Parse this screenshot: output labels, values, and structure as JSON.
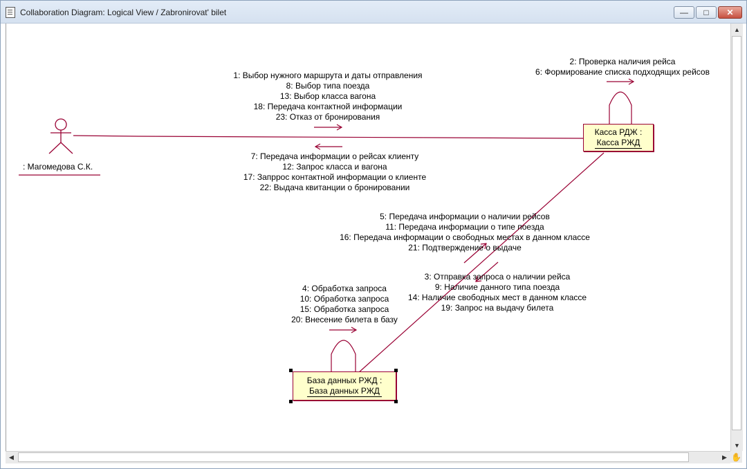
{
  "window": {
    "title": "Collaboration Diagram: Logical View / Zabronirovat' bilet",
    "icons": {
      "app": "document-icon",
      "minimize": "minimize-icon",
      "maximize": "maximize-icon",
      "close": "close-icon"
    }
  },
  "diagram": {
    "actor": {
      "name": ": Магомедова С.К."
    },
    "objects": {
      "kassa": {
        "line1": "Касса РДЖ :",
        "line2": "Касса РЖД"
      },
      "baza": {
        "line1": "База данных РЖД :",
        "line2": "База данных РЖД"
      }
    },
    "messages": {
      "actor_to_kassa": [
        "1: Выбор нужного маршрута и даты отправления",
        "8: Выбор типа поезда",
        "13: Выбор класса  вагона",
        "18: Передача контактной информации",
        "23: Отказ от бронирования"
      ],
      "kassa_to_actor": [
        "7: Передача информации о рейсах клиенту",
        "12: Запрос класса и вагона",
        "17: Запррос контактной информации о клиенте",
        "22: Выдача квитанции о бронировании"
      ],
      "kassa_self": [
        "2: Проверка наличия рейса",
        "6: Формирование списка подходящих рейсов"
      ],
      "baza_to_kassa": [
        "5: Передача информации о наличии рейсов",
        "11: Передача информации о типе поезда",
        "16: Передача информации о свободных местах в данном классе",
        "21: Подтверждение о выдаче"
      ],
      "kassa_to_baza": [
        "3: Отправка запроса о наличии рейса",
        "9: Наличие данного типа поезда",
        "14: Наличие свободных мест в данном классе",
        "19: Запрос на выдачу билета"
      ],
      "baza_self": [
        "4: Обработка запроса",
        "10: Обработка запроса",
        "15: Обработка запроса",
        "20: Внесение билета в базу"
      ]
    }
  },
  "colors": {
    "link": "#990033",
    "object_fill": "#ffffcc",
    "close_button": "#c75040"
  }
}
